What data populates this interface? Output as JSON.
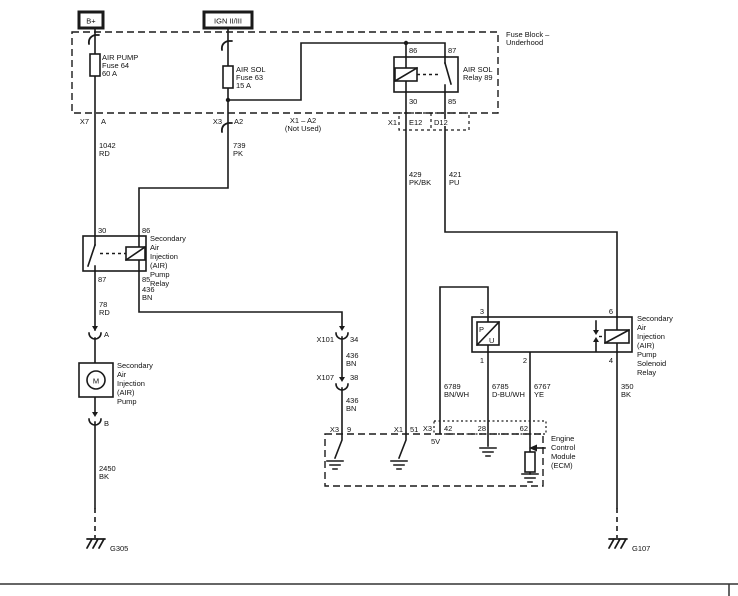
{
  "diagram": {
    "background_color": "#ffffff",
    "line_color": "#1a1a1a",
    "terminals": {
      "b_plus": "B+",
      "ign": "IGN II/III"
    },
    "fuse_block": {
      "name": [
        "Fuse Block –",
        "Underhood"
      ]
    },
    "fuse64": {
      "lines": [
        "AIR PUMP",
        "Fuse 64",
        "60 A"
      ]
    },
    "fuse63": {
      "lines": [
        "AIR SOL",
        "Fuse 63",
        "15 A"
      ]
    },
    "relay89": {
      "name": [
        "AIR SOL",
        "Relay 89"
      ],
      "pins": {
        "p86": "86",
        "p87": "87",
        "p30": "30",
        "p85": "85"
      }
    },
    "pump_relay": {
      "name": [
        "Secondary",
        "Air",
        "Injection",
        "(AIR)",
        "Pump",
        "Relay"
      ],
      "pins": {
        "p30": "30",
        "p86": "86",
        "p87": "87",
        "p85": "85"
      }
    },
    "pump": {
      "name": [
        "Secondary",
        "Air",
        "Injection",
        "(AIR)",
        "Pump"
      ],
      "motor": "M",
      "term_a": "A",
      "term_b": "B"
    },
    "sol_relay": {
      "name": [
        "Secondary",
        "Air",
        "Injection",
        "(AIR)",
        "Pump",
        "Solenoid",
        "Relay"
      ],
      "pins": {
        "p3": "3",
        "p6": "6",
        "p1": "1",
        "p2": "2",
        "p4": "4"
      },
      "sensor_p": "P",
      "sensor_u": "U"
    },
    "ecm": {
      "name": [
        "Engine",
        "Control",
        "Module",
        "(ECM)"
      ],
      "ref_5v": "5V"
    },
    "connectors": {
      "x7": "X7",
      "x7_pin": "A",
      "x3": "X3",
      "x3_pin": "A2",
      "not_used": [
        "X1 – A2",
        "(Not Used)"
      ],
      "x1": "X1",
      "e12": "E12",
      "d12": "D12",
      "x101": "X101",
      "x101_pin": "34",
      "x107": "X107",
      "x107_pin": "38",
      "ecm_x3": "X3",
      "ecm_pin9": "9",
      "ecm_x1": "X1",
      "ecm_pin51": "51",
      "ecm_x3b": "X3",
      "ecm_pin42": "42",
      "ecm_pin28": "28",
      "ecm_pin62": "62"
    },
    "wires": {
      "w1042": [
        "1042",
        "RD"
      ],
      "w739": [
        "739",
        "PK"
      ],
      "w429": [
        "429",
        "PK/BK"
      ],
      "w421": [
        "421",
        "PU"
      ],
      "w78": [
        "78",
        "RD"
      ],
      "w436": [
        "436",
        "BN"
      ],
      "w2450": [
        "2450",
        "BK"
      ],
      "w6789": [
        "6789",
        "BN/WH"
      ],
      "w6785": [
        "6785",
        "D-BU/WH"
      ],
      "w6767": [
        "6767",
        "YE"
      ],
      "w350": [
        "350",
        "BK"
      ]
    },
    "grounds": {
      "g305": "G305",
      "g107": "G107"
    }
  }
}
